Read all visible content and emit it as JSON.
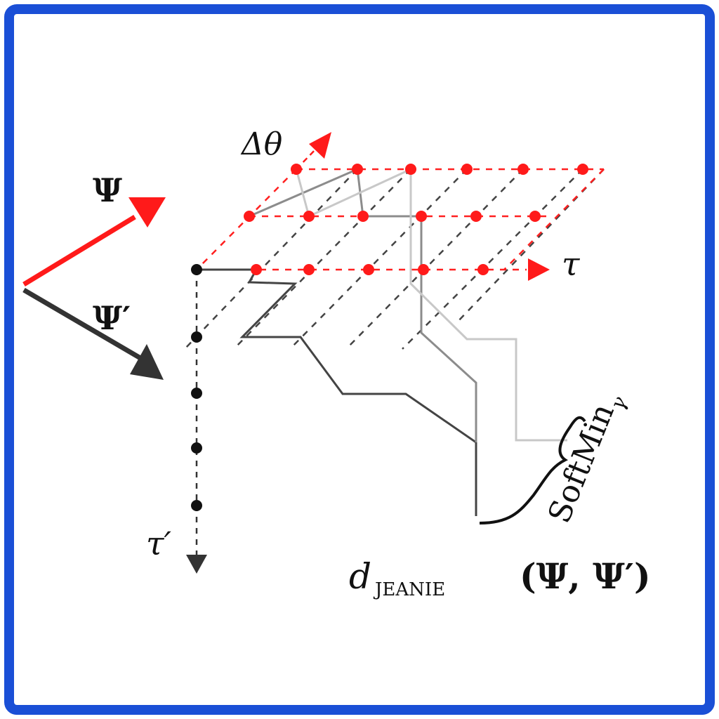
{
  "labels": {
    "psi": "Ψ",
    "psi_prime": "Ψ′",
    "delta_theta": "Δθ",
    "tau": "τ",
    "tau_prime": "τ′",
    "softmin": "SoftMin",
    "softmin_sub": "γ",
    "d": "d",
    "d_sub": "JEANIE",
    "d_args": "(Ψ, Ψ′)"
  },
  "colors": {
    "frame": "#1a4fd6",
    "psi_arrow": "#ff1a1a",
    "psi_prime_arrow": "#333333",
    "grid_red": "#ff2020",
    "grid_dark": "#444444",
    "path_dark": "#444444",
    "path_mid": "#8c8c8c",
    "path_light": "#c8c8c8"
  }
}
